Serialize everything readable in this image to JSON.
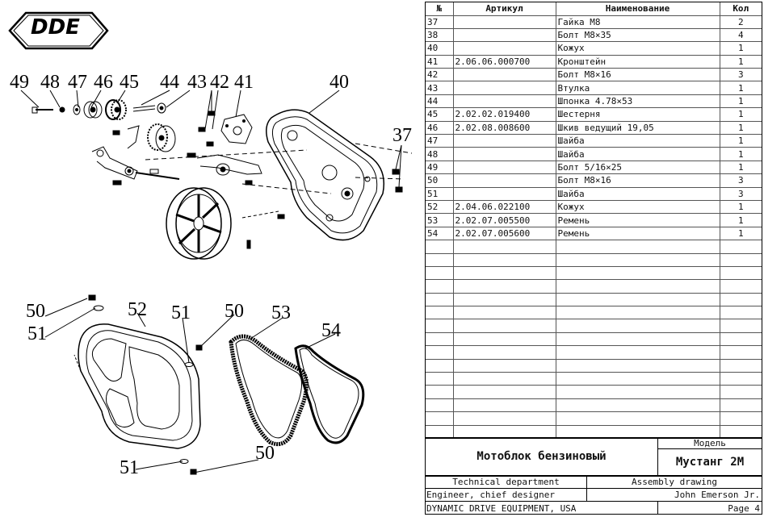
{
  "logo": {
    "text": "DDE"
  },
  "callouts": {
    "c49": "49",
    "c48": "48",
    "c47": "47",
    "c46": "46",
    "c45": "45",
    "c44": "44",
    "c43": "43",
    "c42": "42",
    "c41": "41",
    "c40": "40",
    "c37": "37",
    "c50a": "50",
    "c51a": "51",
    "c52": "52",
    "c51b": "51",
    "c50b": "50",
    "c53": "53",
    "c54": "54",
    "c51c": "51",
    "c50c": "50"
  },
  "table": {
    "headers": {
      "num": "№",
      "article": "Артикул",
      "name": "Наименование",
      "qty": "Кол"
    },
    "rows": [
      {
        "num": "37",
        "article": "",
        "name": "Гайка М8",
        "qty": "2"
      },
      {
        "num": "38",
        "article": "",
        "name": "Болт М8×35",
        "qty": "4"
      },
      {
        "num": "40",
        "article": "",
        "name": "Кожух",
        "qty": "1"
      },
      {
        "num": "41",
        "article": "2.06.06.000700",
        "name": "Кронштейн",
        "qty": "1"
      },
      {
        "num": "42",
        "article": "",
        "name": "Болт М8×16",
        "qty": "3"
      },
      {
        "num": "43",
        "article": "",
        "name": "Втулка",
        "qty": "1"
      },
      {
        "num": "44",
        "article": "",
        "name": "Шпонка 4.78×53",
        "qty": "1"
      },
      {
        "num": "45",
        "article": "2.02.02.019400",
        "name": "Шестерня",
        "qty": "1"
      },
      {
        "num": "46",
        "article": "2.02.08.008600",
        "name": "Шкив ведущий 19,05",
        "qty": "1"
      },
      {
        "num": "47",
        "article": "",
        "name": "Шайба",
        "qty": "1"
      },
      {
        "num": "48",
        "article": "",
        "name": "Шайба",
        "qty": "1"
      },
      {
        "num": "49",
        "article": "",
        "name": "Болт 5/16×25",
        "qty": "1"
      },
      {
        "num": "50",
        "article": "",
        "name": "Болт М8×16",
        "qty": "3"
      },
      {
        "num": "51",
        "article": "",
        "name": "Шайба",
        "qty": "3"
      },
      {
        "num": "52",
        "article": "2.04.06.022100",
        "name": "Кожух",
        "qty": "1"
      },
      {
        "num": "53",
        "article": "2.02.07.005500",
        "name": "Ремень",
        "qty": "1"
      },
      {
        "num": "54",
        "article": "2.02.07.005600",
        "name": "Ремень",
        "qty": "1"
      }
    ],
    "empty_rows": 15
  },
  "titleblock": {
    "product": "Мотоблок бензиновый",
    "model_label": "Модель",
    "model": "Мустанг 2М",
    "department": "Technical department",
    "doc_type": "Assembly drawing",
    "role": "Engineer, chief designer",
    "person": "John Emerson Jr.",
    "company": "DYNAMIC DRIVE EQUIPMENT, USA",
    "page": "Page 4"
  }
}
